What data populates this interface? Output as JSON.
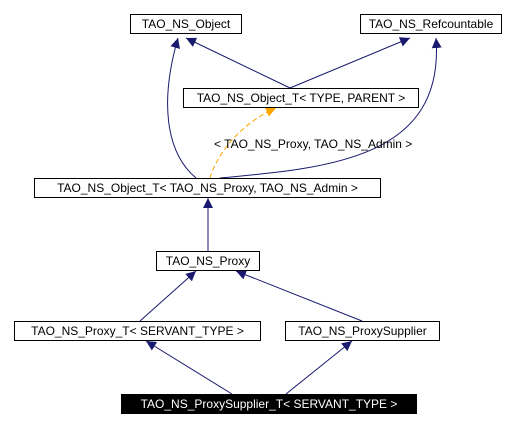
{
  "diagram": {
    "nodes": {
      "ns_object": "TAO_NS_Object",
      "ns_refcountable": "TAO_NS_Refcountable",
      "object_t_template": "TAO_NS_Object_T< TYPE, PARENT >",
      "object_t_instance": "TAO_NS_Object_T< TAO_NS_Proxy, TAO_NS_Admin >",
      "ns_proxy": "TAO_NS_Proxy",
      "proxy_t": "TAO_NS_Proxy_T< SERVANT_TYPE >",
      "proxy_supplier": "TAO_NS_ProxySupplier",
      "proxy_supplier_t": "TAO_NS_ProxySupplier_T< SERVANT_TYPE >"
    },
    "template_edge_label": "< TAO_NS_Proxy, TAO_NS_Admin >",
    "colors": {
      "inheritance_edge": "#191970",
      "template_edge": "#ffa500",
      "highlight_fill": "#000000",
      "highlight_text": "#ffffff"
    }
  }
}
